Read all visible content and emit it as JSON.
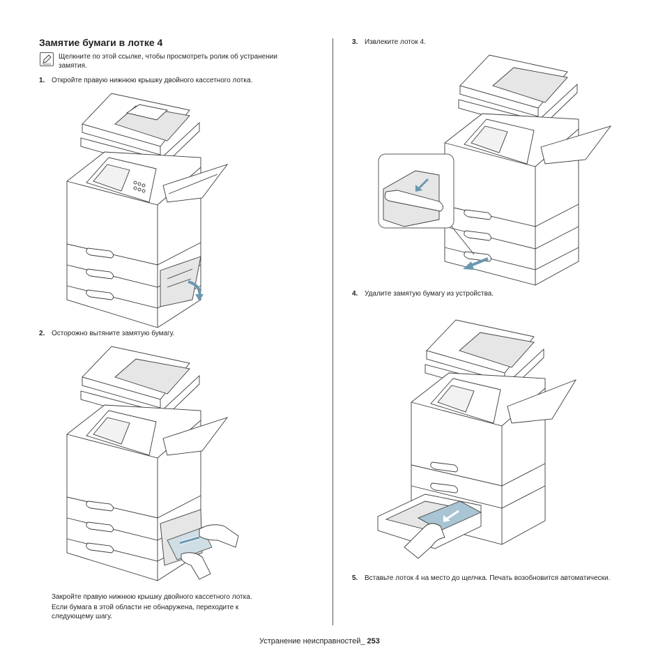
{
  "section": {
    "title": "Замятие бумаги в лотке 4",
    "note_icon": "pencil-note-icon",
    "note_text": "Щелкните по этой ссылке, чтобы просмотреть ролик об устранении замятия."
  },
  "steps": [
    {
      "num": "1.",
      "text": "Откройте правую нижнюю крышку двойного кассетного лотка."
    },
    {
      "num": "2.",
      "text": "Осторожно вытяните замятую бумагу."
    },
    {
      "num": "3.",
      "text": "Извлеките лоток 4."
    },
    {
      "num": "4.",
      "text": "Удалите замятую бумагу из устройства."
    },
    {
      "num": "5.",
      "text": "Вставьте лоток 4 на место до щелчка. Печать возобновится автоматически."
    }
  ],
  "after_step2": {
    "line1": "Закройте правую нижнюю крышку двойного кассетного лотка.",
    "line2": "Если бумага в этой области не обнаружена, переходите к следующему шагу."
  },
  "footer": {
    "label": "Устранение неисправностей_",
    "page": "253"
  },
  "colors": {
    "text": "#231f20",
    "arrow": "#6a98b0",
    "paper": "#a9c4d2"
  }
}
